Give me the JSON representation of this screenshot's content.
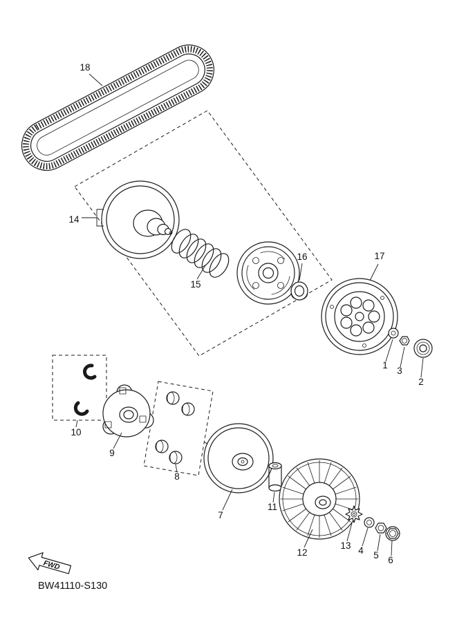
{
  "colors": {
    "line": "#1a1a1a",
    "background": "#ffffff"
  },
  "part_code": "BW41110-S130",
  "fwd_label": "FWD",
  "callouts": {
    "c1": {
      "label": "1"
    },
    "c2": {
      "label": "2"
    },
    "c3": {
      "label": "3"
    },
    "c4": {
      "label": "4"
    },
    "c5": {
      "label": "5"
    },
    "c6": {
      "label": "6"
    },
    "c7": {
      "label": "7"
    },
    "c8": {
      "label": "8"
    },
    "c9": {
      "label": "9"
    },
    "c10": {
      "label": "10"
    },
    "c11": {
      "label": "11"
    },
    "c12": {
      "label": "12"
    },
    "c13": {
      "label": "13"
    },
    "c14": {
      "label": "14"
    },
    "c15": {
      "label": "15"
    },
    "c16": {
      "label": "16"
    },
    "c17": {
      "label": "17"
    },
    "c18": {
      "label": "18"
    }
  }
}
